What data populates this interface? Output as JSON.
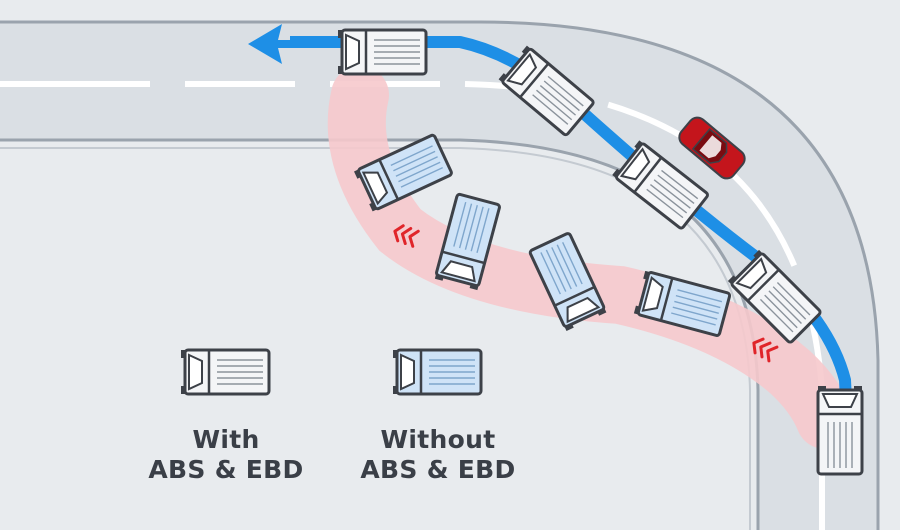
{
  "legend": {
    "with": {
      "line1": "With",
      "line2": "ABS & EBD"
    },
    "without": {
      "line1": "Without",
      "line2": "ABS & EBD"
    }
  },
  "colors": {
    "background": "#e8ebee",
    "road": "#dadfe4",
    "road_edge": "#9aa3ad",
    "lane_marking": "#ffffff",
    "controlled_path": "#1e8fe6",
    "skid_path": "#f6c9cc",
    "skid_marks": "#e0252a",
    "truck_with_body": "#f4f5f7",
    "truck_without_body": "#cfe3f7",
    "truck_outline": "#3d4148",
    "car": "#c4151c",
    "label_text": "#3a3f47"
  },
  "icons": {
    "direction": "arrow-left-icon",
    "skid": "skid-marks-icon"
  }
}
